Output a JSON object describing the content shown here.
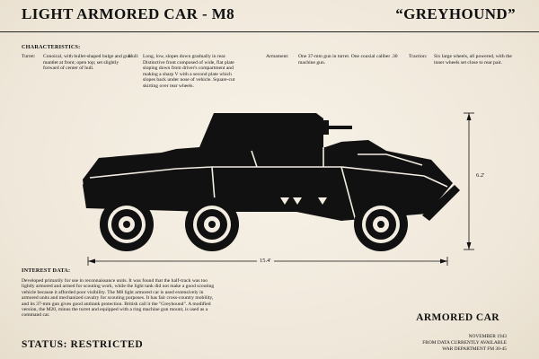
{
  "header": {
    "title_left": "LIGHT ARMORED CAR - M8",
    "title_right": "“GREYHOUND”"
  },
  "characteristics": {
    "heading": "CHARACTERISTICS:",
    "turret": {
      "label": "Turret:",
      "text": "Conoical, with bullet-shaped bulge and gun mantlet at front; open top; set slightly forward of center of hull."
    },
    "hull": {
      "label": "Hull:",
      "text": "Long, low, slopes down gradually in rear. Distinctive front composed of wide, flat plate sloping down from driver's compartment and making a sharp V with a second plate which slopes back under nose of vehicle. Square-cut skirting over rear wheels."
    },
    "armament": {
      "label": "Armament:",
      "text": "One 37-mm gun in turret. One coaxial caliber .30 machine gun."
    },
    "traction": {
      "label": "Traction:",
      "text": "Six large wheels, all powered, with the inner wheels set close to rear pair."
    }
  },
  "dimensions": {
    "length": "15.4'",
    "height": "6.2'"
  },
  "interest": {
    "heading": "INTEREST DATA:",
    "text": "Developed primarily for use in reconnaissance units. It was found that the half-track was too lightly armored and armed for scouting work, while the light tank did not make a good scouting vehicle because it afforded poor visibility. The M8 light armored car is used extensively in armored units and mechanized cavalry for scouting purposes. It has fair cross-country mobility, and its 37-mm gun gives good antitank protection. British call it the \"Greyhound\". A modified version, the M20, minus the turret and equipped with a ring machine gun mount, is used as a command car."
  },
  "status": "STATUS: RESTRICTED",
  "classification": "ARMORED CAR",
  "source": {
    "date": "NOVEMBER 1943",
    "line1": "FROM DATA CURRENTLY AVAILABLE",
    "line2": "WAR DEPARTMENT FM 30-45"
  },
  "colors": {
    "background": "#f2ece1",
    "ink": "#111111"
  }
}
